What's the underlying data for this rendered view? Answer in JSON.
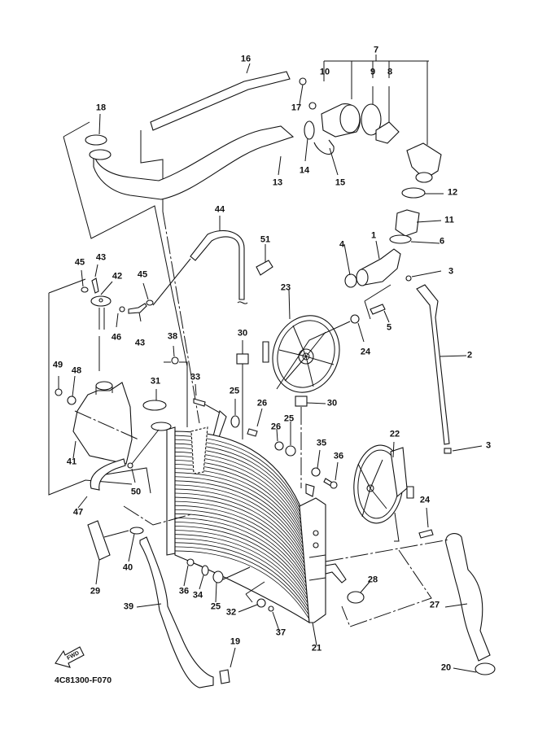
{
  "diagram": {
    "title": "Radiator / Cooling System Exploded View",
    "figure_code": "4C81300-F070",
    "forward_indicator": "FWD",
    "callouts": [
      {
        "id": "c1",
        "label": "1"
      },
      {
        "id": "c2",
        "label": "2"
      },
      {
        "id": "c3a",
        "label": "3"
      },
      {
        "id": "c3b",
        "label": "3"
      },
      {
        "id": "c4",
        "label": "4"
      },
      {
        "id": "c5",
        "label": "5"
      },
      {
        "id": "c6",
        "label": "6"
      },
      {
        "id": "c7",
        "label": "7"
      },
      {
        "id": "c8",
        "label": "8"
      },
      {
        "id": "c9",
        "label": "9"
      },
      {
        "id": "c10",
        "label": "10"
      },
      {
        "id": "c11",
        "label": "11"
      },
      {
        "id": "c12",
        "label": "12"
      },
      {
        "id": "c13",
        "label": "13"
      },
      {
        "id": "c14",
        "label": "14"
      },
      {
        "id": "c15",
        "label": "15"
      },
      {
        "id": "c16",
        "label": "16"
      },
      {
        "id": "c17",
        "label": "17"
      },
      {
        "id": "c18",
        "label": "18"
      },
      {
        "id": "c19",
        "label": "19"
      },
      {
        "id": "c20",
        "label": "20"
      },
      {
        "id": "c21",
        "label": "21"
      },
      {
        "id": "c22",
        "label": "22"
      },
      {
        "id": "c23",
        "label": "23"
      },
      {
        "id": "c24a",
        "label": "24"
      },
      {
        "id": "c24b",
        "label": "24"
      },
      {
        "id": "c25a",
        "label": "25"
      },
      {
        "id": "c25b",
        "label": "25"
      },
      {
        "id": "c25c",
        "label": "25"
      },
      {
        "id": "c26a",
        "label": "26"
      },
      {
        "id": "c26b",
        "label": "26"
      },
      {
        "id": "c27",
        "label": "27"
      },
      {
        "id": "c28",
        "label": "28"
      },
      {
        "id": "c29",
        "label": "29"
      },
      {
        "id": "c30a",
        "label": "30"
      },
      {
        "id": "c30b",
        "label": "30"
      },
      {
        "id": "c31",
        "label": "31"
      },
      {
        "id": "c32",
        "label": "32"
      },
      {
        "id": "c33",
        "label": "33"
      },
      {
        "id": "c34",
        "label": "34"
      },
      {
        "id": "c35",
        "label": "35"
      },
      {
        "id": "c36a",
        "label": "36"
      },
      {
        "id": "c36b",
        "label": "36"
      },
      {
        "id": "c37",
        "label": "37"
      },
      {
        "id": "c38",
        "label": "38"
      },
      {
        "id": "c39",
        "label": "39"
      },
      {
        "id": "c40",
        "label": "40"
      },
      {
        "id": "c41",
        "label": "41"
      },
      {
        "id": "c42",
        "label": "42"
      },
      {
        "id": "c43a",
        "label": "43"
      },
      {
        "id": "c43b",
        "label": "43"
      },
      {
        "id": "c44",
        "label": "44"
      },
      {
        "id": "c45a",
        "label": "45"
      },
      {
        "id": "c45b",
        "label": "45"
      },
      {
        "id": "c46",
        "label": "46"
      },
      {
        "id": "c47",
        "label": "47"
      },
      {
        "id": "c48",
        "label": "48"
      },
      {
        "id": "c49",
        "label": "49"
      },
      {
        "id": "c50",
        "label": "50"
      },
      {
        "id": "c51",
        "label": "51"
      }
    ]
  }
}
